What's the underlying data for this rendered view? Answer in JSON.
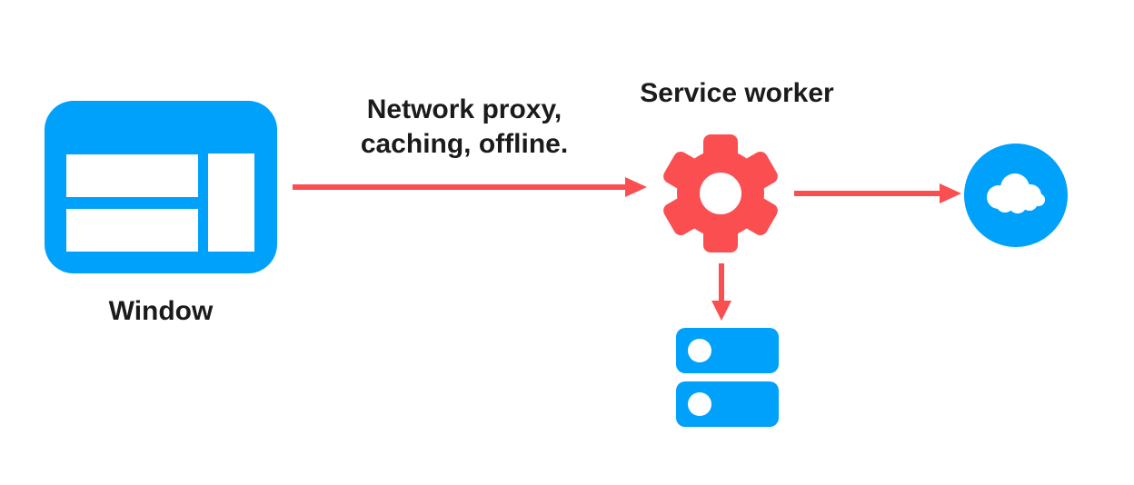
{
  "diagram": {
    "type": "flow-diagram",
    "colors": {
      "blue": "#00A1FB",
      "red": "#FB4E51",
      "text": "#1B1B1B",
      "background": "#FFFFFF"
    },
    "nodes": {
      "window": {
        "label": "Window",
        "icon": "browser-window-icon"
      },
      "service_worker": {
        "label": "Service worker",
        "icon": "gear-icon"
      },
      "network": {
        "icon": "cloud-icon"
      },
      "storage": {
        "icon": "database-icon"
      }
    },
    "edges": [
      {
        "from": "window",
        "to": "service_worker",
        "direction": "right",
        "label_lines": [
          "Network proxy,",
          "caching, offline."
        ]
      },
      {
        "from": "service_worker",
        "to": "network",
        "direction": "right"
      },
      {
        "from": "service_worker",
        "to": "storage",
        "direction": "down"
      }
    ]
  }
}
